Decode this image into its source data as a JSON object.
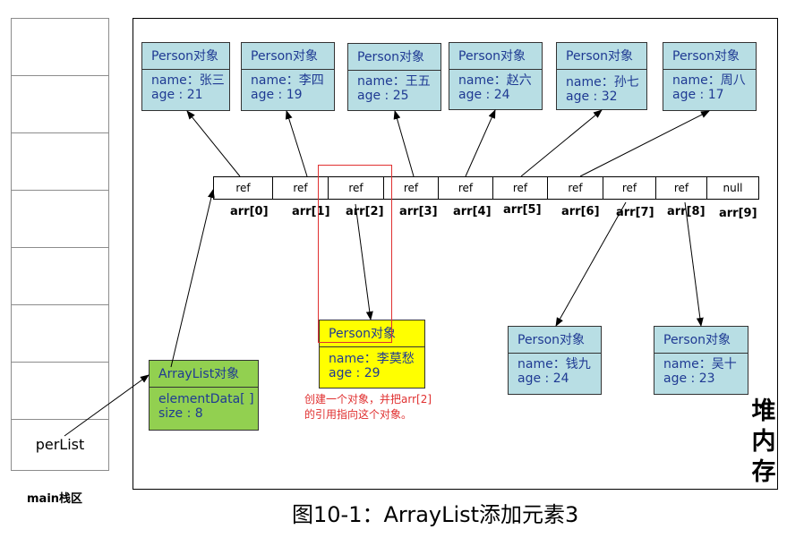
{
  "stack": {
    "variable_label": "perList",
    "caption": "main栈区"
  },
  "heap": {
    "label_chars": [
      "堆",
      "内",
      "存"
    ]
  },
  "person_objects_top": [
    {
      "header": "Person对象",
      "name_line": "name：张三",
      "age_line": "age   : 21"
    },
    {
      "header": "Person对象",
      "name_line": "name：李四",
      "age_line": "age   : 19"
    },
    {
      "header": "Person对象",
      "name_line": "name：王五",
      "age_line": "age   : 25"
    },
    {
      "header": "Person对象",
      "name_line": "name：赵六",
      "age_line": "age   : 24"
    },
    {
      "header": "Person对象",
      "name_line": "name：孙七",
      "age_line": "age   : 32"
    },
    {
      "header": "Person对象",
      "name_line": "name：周八",
      "age_line": "age   : 17"
    }
  ],
  "array": {
    "cells": [
      "ref",
      "ref",
      "ref",
      "ref",
      "ref",
      "ref",
      "ref",
      "ref",
      "ref",
      "null"
    ],
    "indices": [
      "arr[0]",
      "arr[1]",
      "arr[2]",
      "arr[3]",
      "arr[4]",
      "arr[5]",
      "arr[6]",
      "arr[7]",
      "arr[8]",
      "arr[9]"
    ]
  },
  "new_object": {
    "header": "Person对象",
    "name_line": "name：李莫愁",
    "age_line": "age   : 29"
  },
  "person_objects_bottom": [
    {
      "header": "Person对象",
      "name_line": "name：钱九",
      "age_line": "age   : 24"
    },
    {
      "header": "Person对象",
      "name_line": "name：吴十",
      "age_line": "age   : 23"
    }
  ],
  "arraylist_object": {
    "header": "ArrayList对象",
    "field1": "elementData[ ]",
    "field2": "size   : 8"
  },
  "annotation": {
    "line1": "创建一个对象，并把arr[2]",
    "line2": "的引用指向这个对象。"
  },
  "figure_caption": "图10-1：ArrayList添加元素3",
  "colors": {
    "person_box": "#b8dee4",
    "new_object_box": "#ffff00",
    "arraylist_box": "#92d050",
    "highlight_border": "#e03030",
    "object_text": "#1f3a93"
  }
}
